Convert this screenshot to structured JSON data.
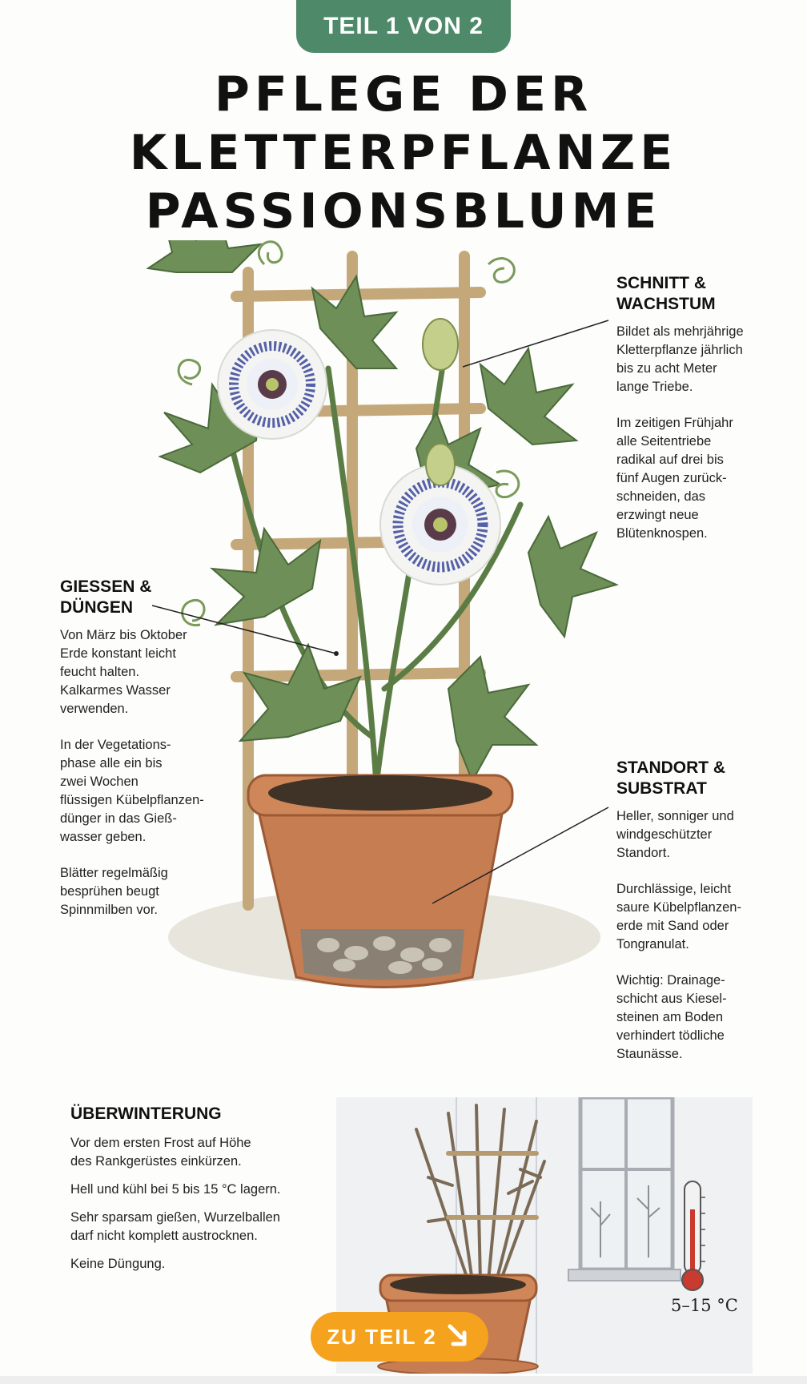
{
  "badge": {
    "label": "TEIL 1 VON 2",
    "color": "#4e8a6a"
  },
  "title": [
    "PFLEGE DER",
    "KLETTERPFLANZE",
    "PASSIONSBLUME"
  ],
  "sections": {
    "schnitt": {
      "heading": [
        "SCHNITT &",
        "WACHSTUM"
      ],
      "paragraphs": [
        "Bildet als mehrjährige\nKletterpflanze jährlich\nbis zu acht Meter\nlange Triebe.",
        "Im zeitigen Frühjahr\nalle Seitentriebe\nradikal auf drei bis\nfünf Augen zurück-\nschneiden,  das\nerzwingt neue\nBlütenknospen."
      ]
    },
    "giessen": {
      "heading": [
        "GIESSEN &",
        "DÜNGEN"
      ],
      "paragraphs": [
        "Von März bis Oktober\nErde konstant leicht\nfeucht halten.\nKalkarmes Wasser\nverwenden.",
        "In der Vegetations-\nphase alle ein bis\nzwei Wochen\nflüssigen Kübelpflanzen-\ndünger in das Gieß-\nwasser geben.",
        "Blätter regelmäßig\nbesprühen beugt\nSpinnmilben vor."
      ]
    },
    "standort": {
      "heading": [
        "STANDORT &",
        "SUBSTRAT"
      ],
      "paragraphs": [
        "Heller, sonniger und\nwindgeschützter\nStandort.",
        "Durchlässige, leicht\nsaure Kübelpflanzen-\nerde mit Sand oder\nTongranulat.",
        "Wichtig: Drainage-\nschicht aus Kiesel-\nsteinen am Boden\nverhindert tödliche\nStaunässe."
      ]
    },
    "ueberwinterung": {
      "heading": [
        "ÜBERWINTERUNG"
      ],
      "paragraphs": [
        "Vor dem ersten Frost auf Höhe\ndes Rankgerüstes einkürzen.",
        "Hell und kühl bei 5 bis 15 °C lagern.",
        "Sehr sparsam gießen, Wurzelballen\ndarf nicht komplett austrocknen.",
        "Keine Düngung."
      ]
    }
  },
  "thermometer": {
    "label": "5–15 °C",
    "icon": "thermometer-icon"
  },
  "cta": {
    "label": "ZU TEIL 2",
    "icon": "arrow-down-right-icon",
    "color": "#f5a21e"
  },
  "illustrations": {
    "main": "passionflower-plant-in-pot-on-trellis",
    "winter": "pruned-plant-in-pot-by-window"
  }
}
